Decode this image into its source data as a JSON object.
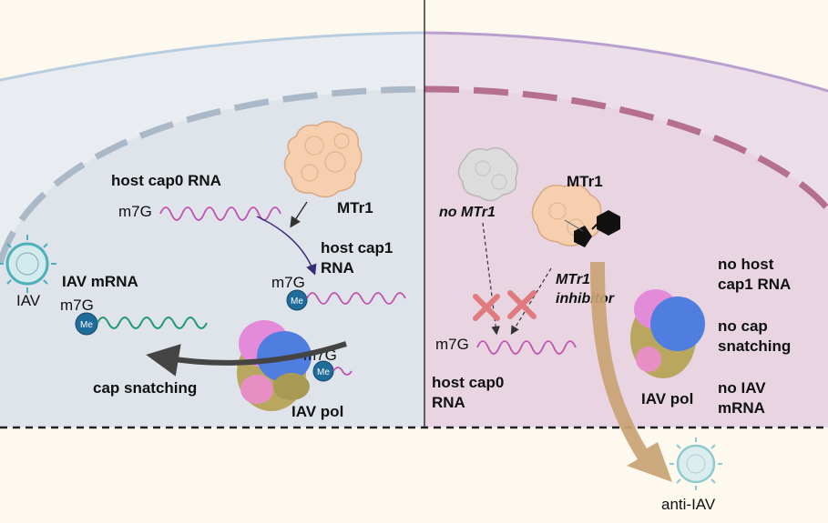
{
  "left_panel": {
    "host_cap0_rna": "host cap0 RNA",
    "m7g_top": "m7G",
    "mtr1": "MTr1",
    "host_cap1_rna_line1": "host cap1",
    "host_cap1_rna_line2": "RNA",
    "m7g_cap1": "m7G",
    "iav_mrna": "IAV mRNA",
    "m7g_mrna": "m7G",
    "iav": "IAV",
    "m7g_pol": "m7G",
    "cap_snatching": "cap snatching",
    "iav_pol": "IAV pol",
    "me": "Me"
  },
  "right_panel": {
    "no_mtr1": "no MTr1",
    "mtr1": "MTr1",
    "mtr1_inhibitor_line1": "MTr1",
    "mtr1_inhibitor_line2": "inhibitor",
    "m7g": "m7G",
    "host_cap0_line1": "host cap0",
    "host_cap0_line2": "RNA",
    "no_host_cap1_line1": "no host",
    "no_host_cap1_line2": "cap1 RNA",
    "no_cap_snatching_line1": "no cap",
    "no_cap_snatching_line2": "snatching",
    "no_iav_mrna_line1": "no IAV",
    "no_iav_mrna_line2": "mRNA",
    "iav_pol": "IAV pol",
    "anti_iav": "anti-IAV"
  },
  "colors": {
    "left_cell": "#e8eaee",
    "right_cell": "#ecdde7",
    "nucleus_left": "#aebccc",
    "nucleus_right": "#b5708f",
    "mtr1_body": "#f6cfae",
    "rna_pink": "#c052b0",
    "mrna_green": "#1f9b72",
    "me_blue": "#1f6c9b",
    "inhibit_red": "#e07a7f",
    "gold_arrow": "#c9a274"
  },
  "icons": [
    "virus-icon",
    "mtr1-protein-icon",
    "iav-polymerase-icon",
    "me-cap-icon",
    "inhibitor-molecule-icon",
    "block-x-icon"
  ]
}
